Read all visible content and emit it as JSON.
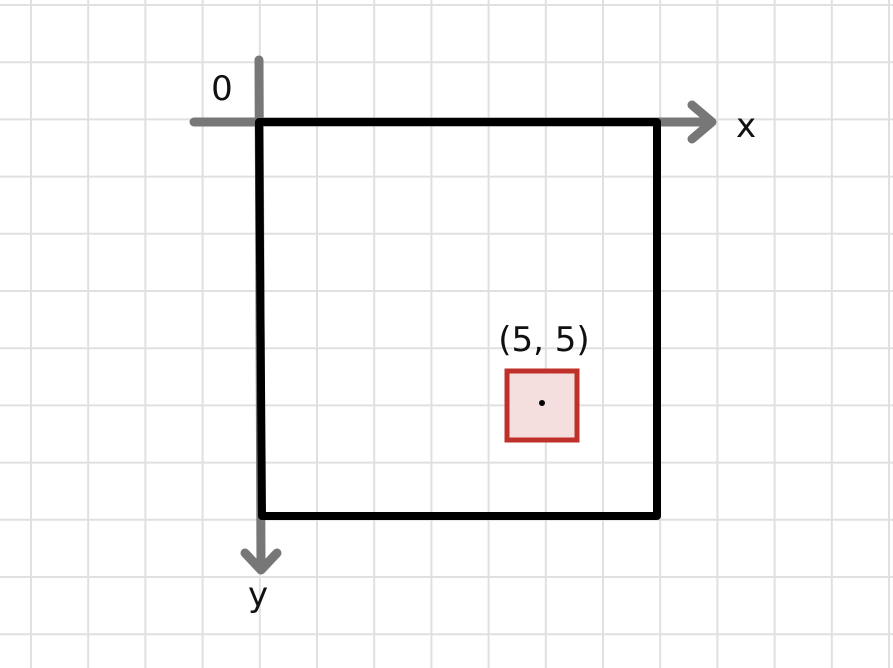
{
  "labels": {
    "origin": "0",
    "x_axis": "x",
    "y_axis": "y",
    "pixel_coord": "(5, 5)"
  },
  "colors": {
    "background": "#ffffff",
    "grid": "#e0e0e0",
    "axis": "#777777",
    "frame": "#000000",
    "pixel_stroke": "#c0302b",
    "pixel_fill": "#f5dede",
    "center_dot": "#000000"
  }
}
